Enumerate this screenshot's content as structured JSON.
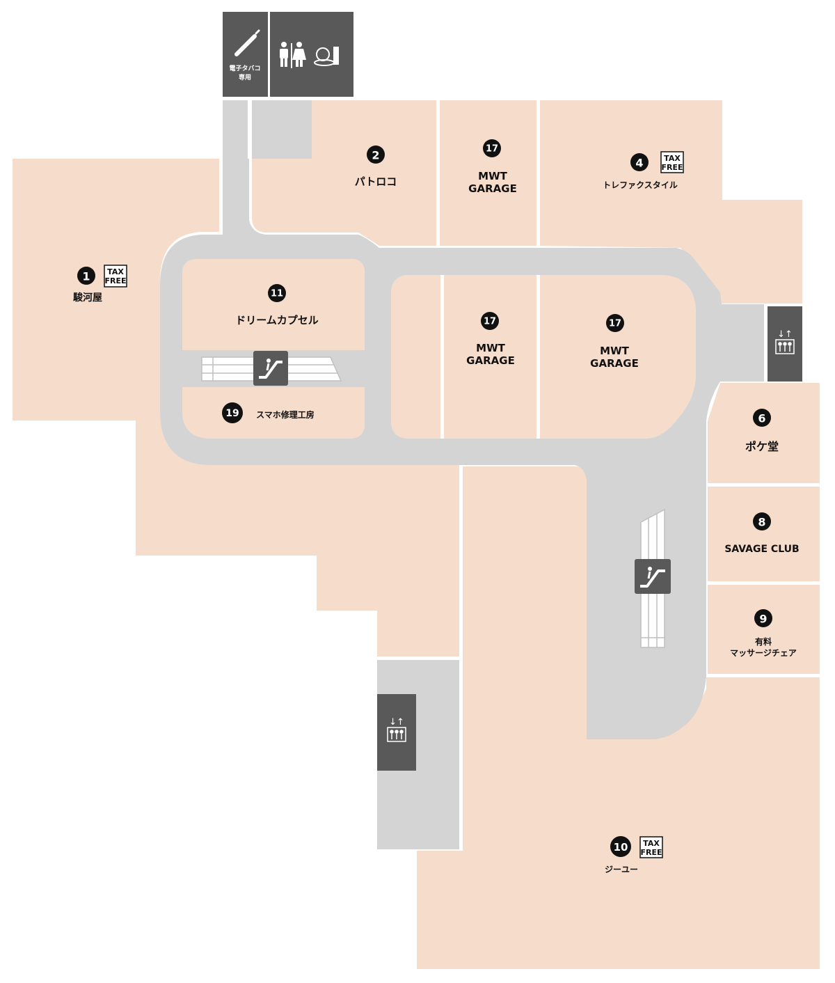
{
  "colors": {
    "shop": "#f6dccb",
    "corridor": "#d4d4d4",
    "service": "#595959",
    "marker": "#111111",
    "background": "#ffffff"
  },
  "tax_free": {
    "line1": "TAX",
    "line2": "FREE"
  },
  "services": {
    "smoking_label_1": "電子タバコ",
    "smoking_label_2": "専用",
    "restroom_icons": [
      "male-female-restroom-icon",
      "powder-room-icon"
    ],
    "elevator_icon": "elevator-icon",
    "escalator_icon": "escalator-icon"
  },
  "shops": [
    {
      "num": "1",
      "name": "駿河屋",
      "tax_free": true
    },
    {
      "num": "2",
      "name": "パトロコ",
      "tax_free": false
    },
    {
      "num": "17",
      "name_line1": "MWT",
      "name_line2": "GARAGE",
      "tax_free": false
    },
    {
      "num": "4",
      "name": "トレファクスタイル",
      "tax_free": true
    },
    {
      "num": "11",
      "name": "ドリームカプセル",
      "tax_free": false
    },
    {
      "num": "19",
      "name": "スマホ修理工房",
      "tax_free": false
    },
    {
      "num": "17",
      "name_line1": "MWT",
      "name_line2": "GARAGE",
      "tax_free": false
    },
    {
      "num": "17",
      "name_line1": "MWT",
      "name_line2": "GARAGE",
      "tax_free": false
    },
    {
      "num": "6",
      "name": "ポケ堂",
      "tax_free": false
    },
    {
      "num": "8",
      "name": "SAVAGE CLUB",
      "tax_free": false
    },
    {
      "num": "9",
      "name_line1": "有料",
      "name_line2": "マッサージチェア",
      "tax_free": false
    },
    {
      "num": "10",
      "name": "ジーユー",
      "tax_free": true
    }
  ]
}
